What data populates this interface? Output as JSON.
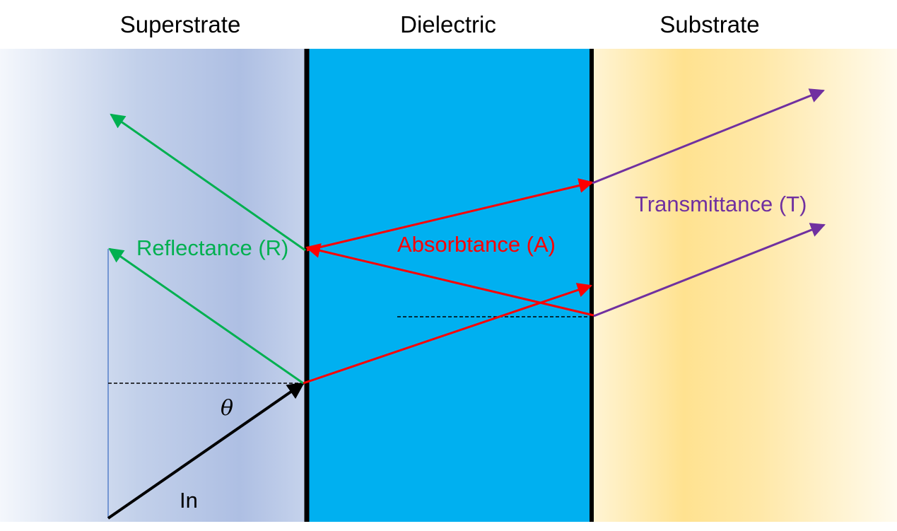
{
  "headers": {
    "superstrate": "Superstrate",
    "dielectric": "Dielectric",
    "substrate": "Substrate"
  },
  "labels": {
    "reflectance": "Reflectance (R)",
    "absorbtance": "Absorbtance (A)",
    "transmittance": "Transmittance (T)",
    "incident": "In",
    "angle": "θ"
  },
  "colors": {
    "incident": "#000000",
    "reflectance": "#00B050",
    "absorbtance": "#FF0000",
    "transmittance": "#7030A0",
    "dielectric": "#00B0F0",
    "superstrate": "#B4C7E7",
    "substrate": "#FFE699",
    "normal_line": "#4472C4",
    "interface": "#000000"
  }
}
